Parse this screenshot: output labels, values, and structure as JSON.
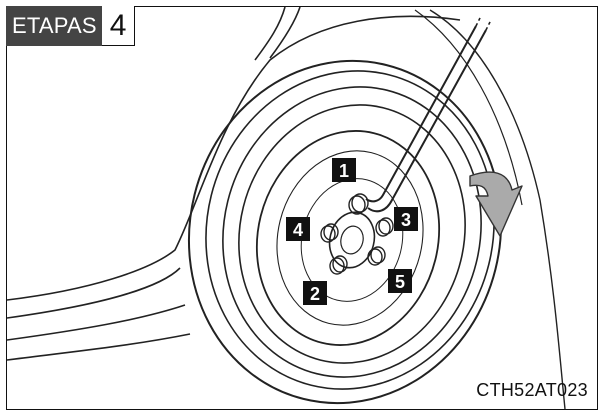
{
  "step": {
    "label": "ETAPAS",
    "number": "4"
  },
  "nut_labels": [
    {
      "n": "1",
      "key": "nut-1"
    },
    {
      "n": "2",
      "key": "nut-2"
    },
    {
      "n": "3",
      "key": "nut-3"
    },
    {
      "n": "4",
      "key": "nut-4"
    },
    {
      "n": "5",
      "key": "nut-5"
    }
  ],
  "figure_code": "CTH52AT023",
  "colors": {
    "line": "#222222",
    "label_bg": "#111111",
    "label_text": "#ffffff",
    "arrow": "#aaaaaa"
  }
}
